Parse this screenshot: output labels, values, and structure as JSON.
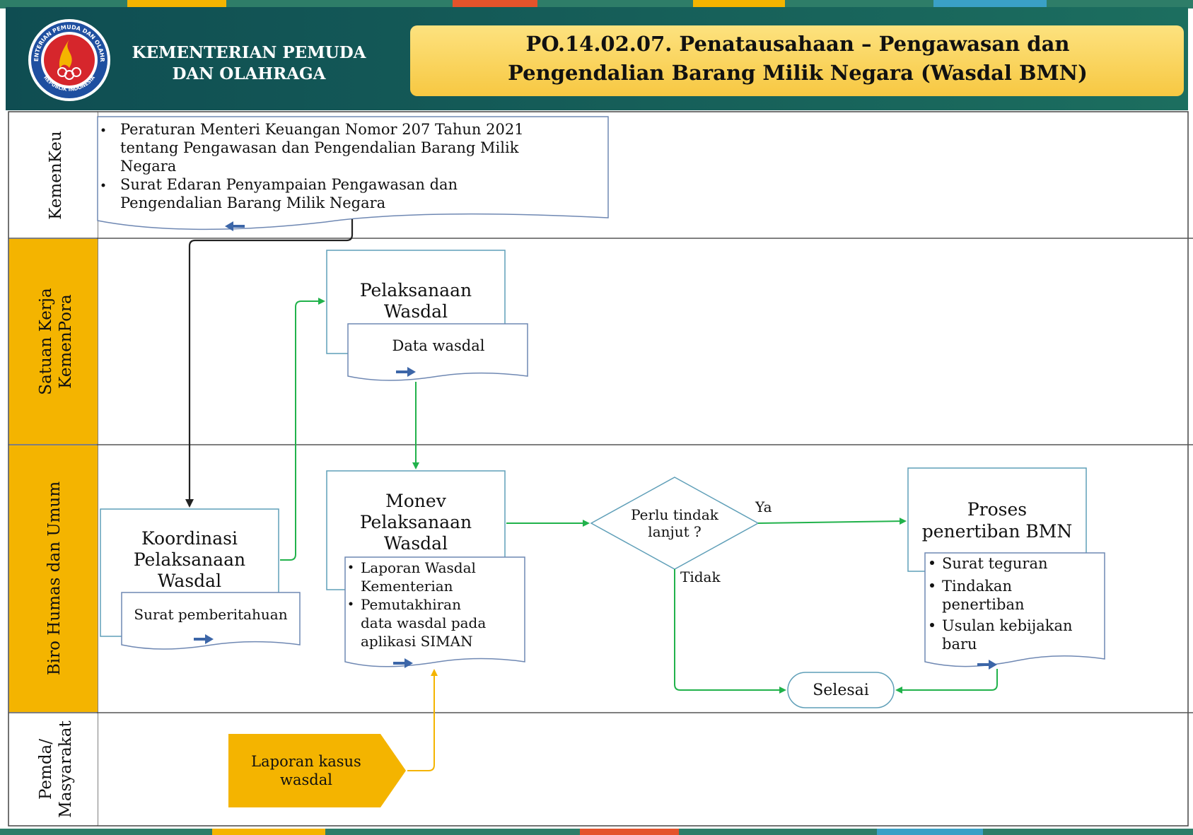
{
  "header": {
    "org_line1": "KEMENTERIAN PEMUDA",
    "org_line2": "DAN OLAHRAGA",
    "title_line1": "PO.14.02.07. Penatausahaan – Pengawasan dan",
    "title_line2": "Pengendalian Barang Milik Negara (Wasdal BMN)",
    "logo_ring_text": "KEMENTERIAN PEMUDA DAN OLAHRAGA",
    "logo_bottom_text": "REPUBLIK INDONESIA"
  },
  "lanes": {
    "kemenkeu": "KemenKeu",
    "satker_1": "Satuan Kerja",
    "satker_2": "KemenPora",
    "biro": "Biro Humas dan Umum",
    "pemda_1": "Pemda/",
    "pemda_2": "Masyarakat"
  },
  "nodes": {
    "kemenkeu_doc": {
      "line1": "Peraturan Menteri Keuangan Nomor 207 Tahun 2021",
      "line2": "tentang Pengawasan dan Pengendalian  Barang Milik",
      "line3": "Negara",
      "line4": "Surat Edaran Penyampaian Pengawasan dan",
      "line5": "Pengendalian  Barang Milik Negara"
    },
    "pelaksanaan": {
      "line1": "Pelaksanaan",
      "line2": "Wasdal"
    },
    "data_wasdal": "Data wasdal",
    "koordinasi": {
      "line1": "Koordinasi",
      "line2": "Pelaksanaan",
      "line3": "Wasdal"
    },
    "surat_pemberitahuan": "Surat pemberitahuan",
    "monev": {
      "line1": "Monev",
      "line2": "Pelaksanaan",
      "line3": "Wasdal"
    },
    "laporan_doc": {
      "line1": "Laporan Wasdal",
      "line2": "Kementerian",
      "line3": "Pemutakhiran",
      "line4": "data wasdal pada",
      "line5": "aplikasi SIMAN"
    },
    "decision": {
      "line1": "Perlu tindak",
      "line2": "lanjut ?"
    },
    "label_ya": "Ya",
    "label_tidak": "Tidak",
    "proses": {
      "line1": "Proses",
      "line2": "penertiban BMN"
    },
    "proses_doc": {
      "line1": "Surat teguran",
      "line2": "Tindakan",
      "line3": "penertiban",
      "line4": "Usulan kebijakan",
      "line5": "baru"
    },
    "selesai": "Selesai",
    "laporan_kasus": {
      "line1": "Laporan kasus",
      "line2": "wasdal"
    }
  },
  "colors": {
    "header_dark": "#16545a",
    "title_fill": "#fbd45b",
    "lane_fill": "#f4b400",
    "arrow_green": "#21b24b",
    "arrow_black": "#222222",
    "arrow_yellow": "#f4b400",
    "doc_border": "#6f88b3",
    "shape_border": "#5f9fb8",
    "doc_arrow": "#3c66a8"
  }
}
